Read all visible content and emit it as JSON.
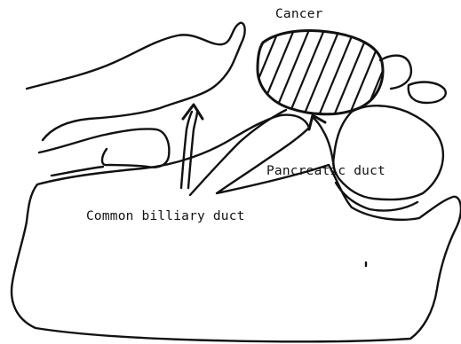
{
  "labels": {
    "cancer": "Cancer",
    "pancreatic_duct": "Pancreatic duct",
    "common_biliary_duct": "Common billiary duct"
  },
  "colors": {
    "ink": "#111111",
    "background": "#ffffff"
  }
}
